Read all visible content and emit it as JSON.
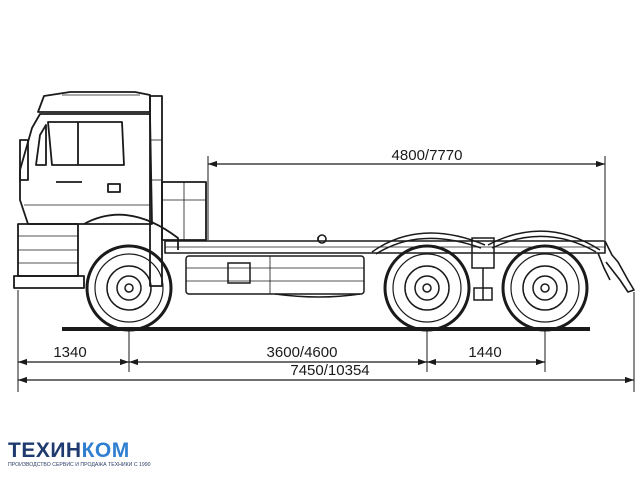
{
  "dimensions": {
    "cargo_length": "4800/7770",
    "front_overhang": "1340",
    "wheelbase": "3600/4600",
    "rear_axle_spacing": "1440",
    "overall_length": "7450/10354"
  },
  "logo": {
    "name_part1": "ТЕХИН",
    "name_part2": "КОМ",
    "tagline": "ПРОИЗВОДСТВО СЕРВИС И ПРОДАЖА ТЕХНИКИ С 1990"
  }
}
